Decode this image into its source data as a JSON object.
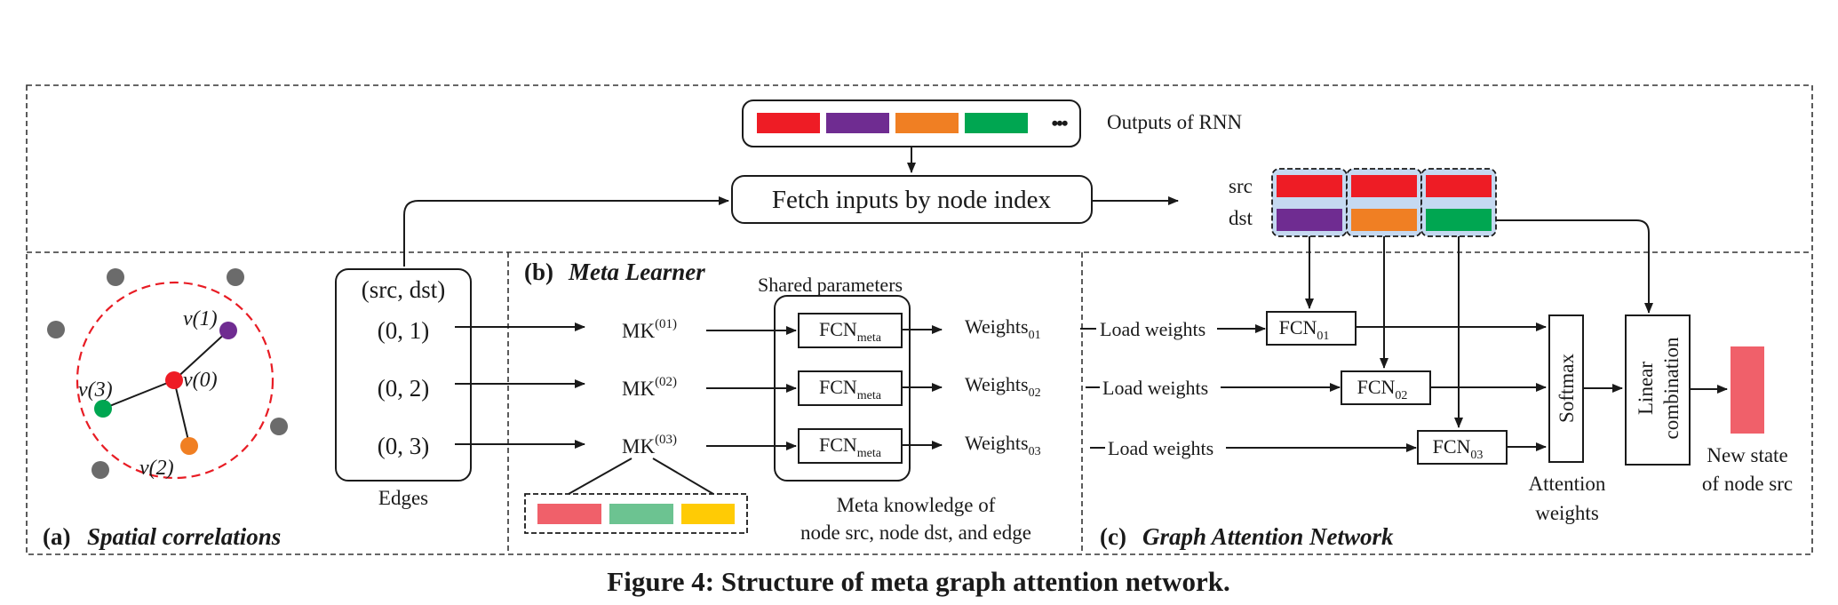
{
  "caption": "Figure 4: Structure of meta graph attention network.",
  "top": {
    "rnn_label": "Outputs of RNN",
    "rnn_ellipsis": "•••",
    "fetch_label": "Fetch inputs by node index",
    "src_label": "src",
    "dst_label": "dst"
  },
  "panel_a": {
    "letter": "(a)",
    "title": "Spatial correlations",
    "nodes": [
      "v(0)",
      "v(1)",
      "v(2)",
      "v(3)"
    ]
  },
  "edges_box": {
    "header": "(src, dst)",
    "rows": [
      "(0, 1)",
      "(0, 2)",
      "(0, 3)"
    ],
    "caption": "Edges"
  },
  "panel_b": {
    "letter": "(b)",
    "title": "Meta Learner",
    "shared_label": "Shared parameters",
    "mk": [
      {
        "base": "MK",
        "sup": "(01)"
      },
      {
        "base": "MK",
        "sup": "(02)"
      },
      {
        "base": "MK",
        "sup": "(03)"
      }
    ],
    "fcn_meta": {
      "base": "FCN",
      "sub": "meta"
    },
    "weights": [
      {
        "base": "Weights",
        "sub": "01"
      },
      {
        "base": "Weights",
        "sub": "02"
      },
      {
        "base": "Weights",
        "sub": "03"
      }
    ],
    "meta_knowledge_line1": "Meta knowledge of",
    "meta_knowledge_line2": "node src, node dst, and edge"
  },
  "panel_c": {
    "letter": "(c)",
    "title": "Graph Attention Network",
    "load_weights": "Load weights",
    "fcn": [
      {
        "base": "FCN",
        "sub": "01"
      },
      {
        "base": "FCN",
        "sub": "02"
      },
      {
        "base": "FCN",
        "sub": "03"
      }
    ],
    "softmax": "Softmax",
    "attention_line1": "Attention",
    "attention_line2": "weights",
    "linear_line1": "Linear",
    "linear_line2": "combination",
    "new_state_line1": "New state",
    "new_state_line2": "of node src"
  },
  "colors": {
    "red": "#ee1c25",
    "purple": "#6f2c91",
    "orange": "#f07f23",
    "green": "#00a651",
    "light_red": "#f0606a",
    "light_green": "#6cc391",
    "yellow": "#ffcb05",
    "highlight": "#c5d9f1",
    "dashed_red": "#e81c24",
    "gray_node": "#6b6b6b"
  }
}
